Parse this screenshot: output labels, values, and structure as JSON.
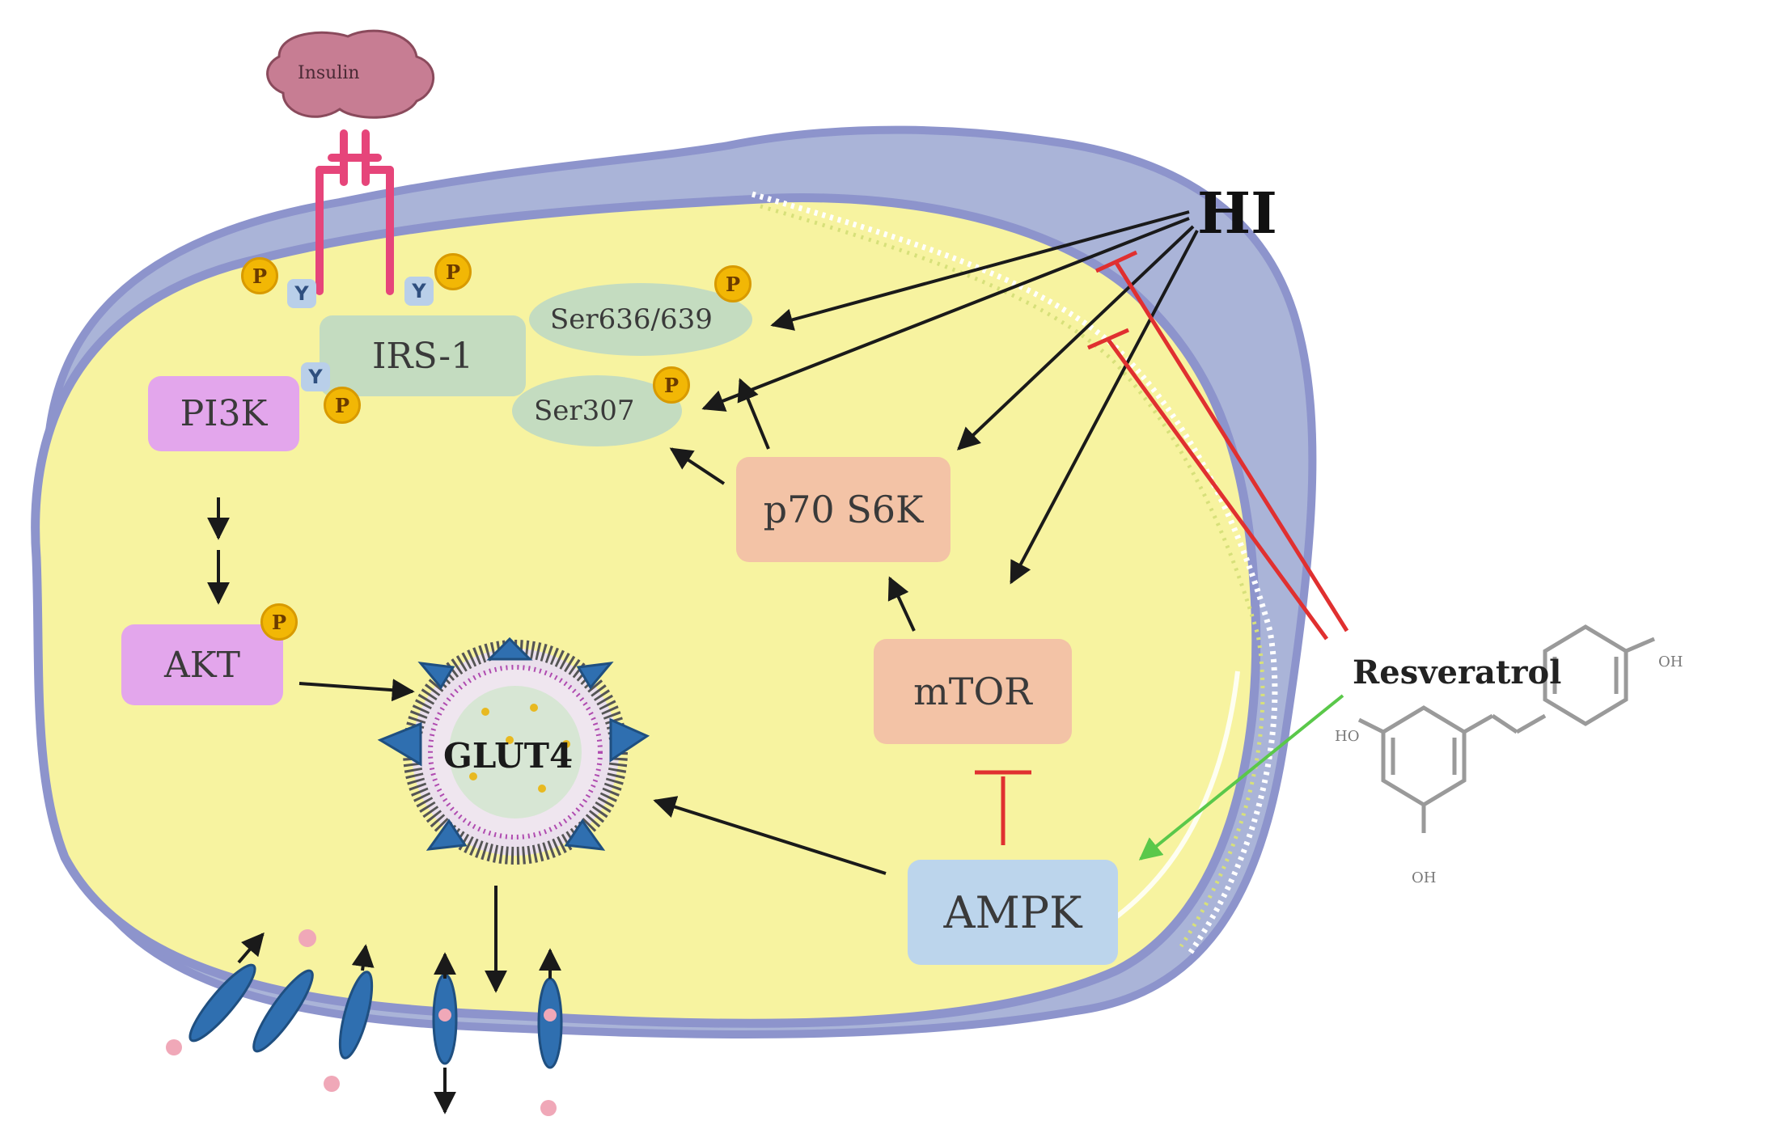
{
  "labels": {
    "insulin": "Insulin",
    "hi": "HI",
    "resveratrol": "Resveratrol",
    "irs1": "IRS-1",
    "ser636": "Ser636/639",
    "ser307": "Ser307",
    "pi3k": "PI3K",
    "akt": "AKT",
    "glut4": "GLUT4",
    "p70s6k": "p70 S6K",
    "mtor": "mTOR",
    "ampk": "AMPK",
    "phospho": "P",
    "tyrosine": "Y",
    "oh_top": "OH",
    "ho_left": "HO",
    "oh_bottom": "OH"
  },
  "colors": {
    "cytoplasm": "#f7f3a0",
    "membrane": "#8d94cc",
    "outer_cell": "#aab4d8",
    "purple_node": "#e3a6ec",
    "green_node": "#c4dcc0",
    "salmon_node": "#f3c3a6",
    "blue_node": "#bcd5ec",
    "inhibit_red": "#e03030",
    "activate_green": "#5ac84a",
    "arrow_black": "#1a1a1a",
    "receptor_pink": "#e6457a",
    "insulin_pink": "#c77d93"
  }
}
